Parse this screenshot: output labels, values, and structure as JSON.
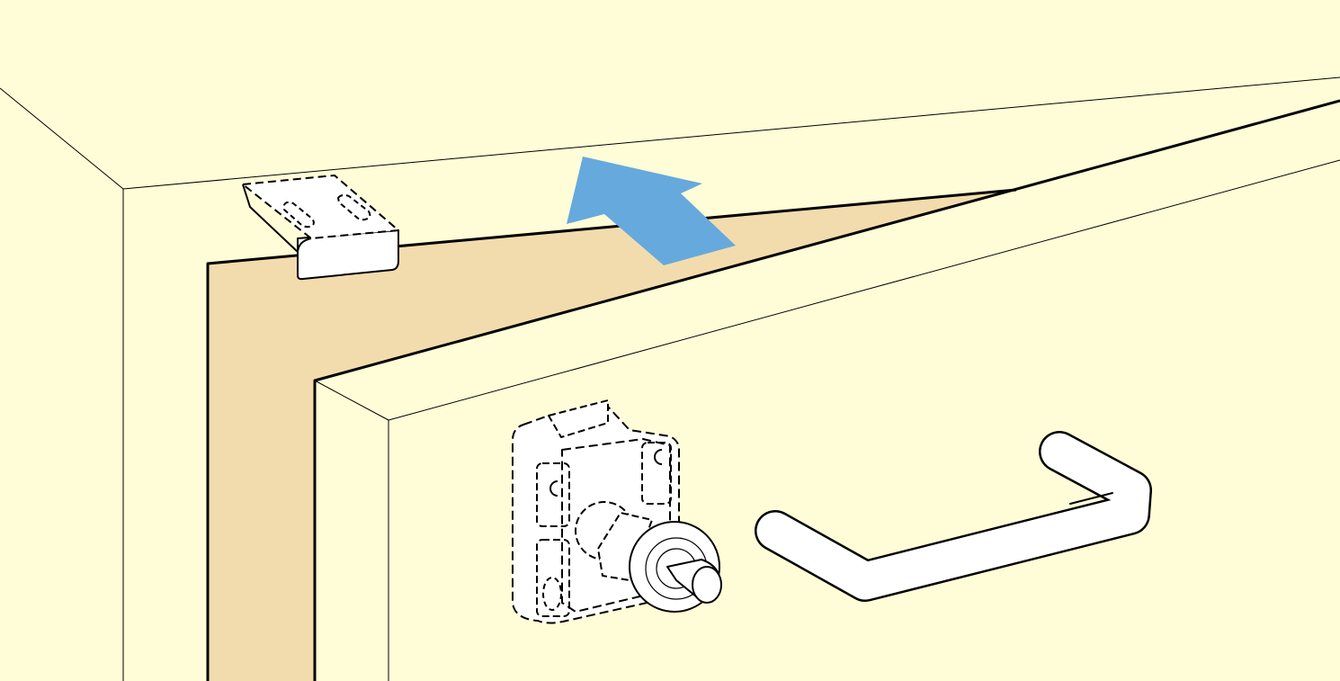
{
  "colors": {
    "background": "#FFFDD7",
    "panel_edge": "#F2DCAE",
    "arrow": "#66A9DD",
    "part_fill": "#FFFFFF",
    "line": "#000000"
  },
  "illustration": {
    "arrow_direction": "up-left",
    "parts": [
      "bracket",
      "cam-lock",
      "handle"
    ]
  }
}
